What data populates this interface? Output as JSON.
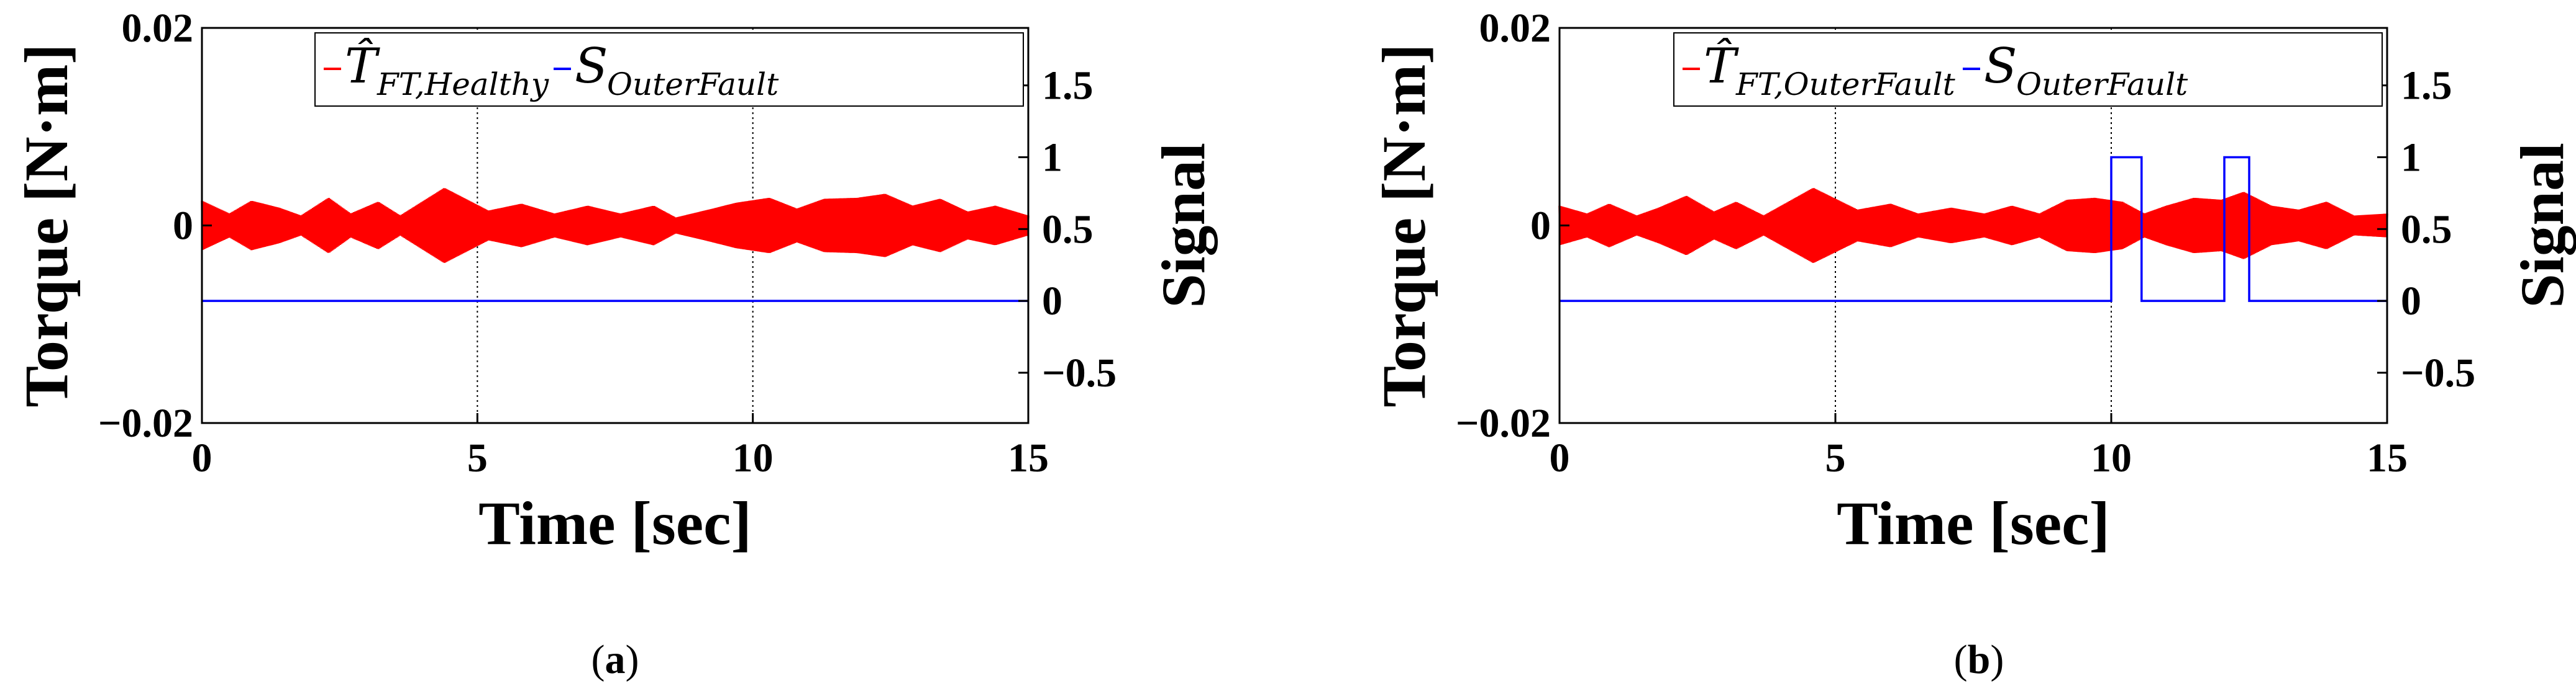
{
  "chart_data": [
    {
      "type": "line",
      "panel_label": "a",
      "xlabel": "Time [sec]",
      "ylabel_left": "Torque [N·m]",
      "ylabel_right": "Signal",
      "xlim": [
        0,
        15
      ],
      "ylim_left": [
        -0.02,
        0.02
      ],
      "ylim_right": [
        -0.85,
        1.9
      ],
      "x_ticks": [
        "0",
        "5",
        "10",
        "15"
      ],
      "y_ticks_left": [
        "−0.02",
        "0",
        "0.02"
      ],
      "y_ticks_right": [
        "−0.5",
        "0",
        "0.5",
        "1",
        "1.5"
      ],
      "vertical_gridlines_at": [
        5,
        10
      ],
      "legend_placement": "top-right",
      "series": [
        {
          "name": "T̂ FT,Healthy",
          "name_main": "T̂",
          "name_sub": "FT,Healthy",
          "axis": "left",
          "color": "#ff0000",
          "kind": "oscillation_envelope",
          "envelope_x": [
            0,
            0.5,
            0.9,
            1.4,
            1.8,
            2.3,
            2.7,
            3.2,
            3.6,
            4.4,
            5.2,
            5.8,
            6.4,
            7.0,
            7.6,
            8.2,
            8.6,
            9.2,
            9.7,
            10.3,
            10.8,
            11.3,
            11.9,
            12.4,
            12.9,
            13.4,
            13.9,
            14.4,
            15.0
          ],
          "envelope_amp": [
            0.0025,
            0.0012,
            0.0025,
            0.0018,
            0.001,
            0.0028,
            0.0012,
            0.0024,
            0.001,
            0.0038,
            0.0015,
            0.0022,
            0.0012,
            0.002,
            0.0012,
            0.002,
            0.0008,
            0.0016,
            0.0023,
            0.0028,
            0.0017,
            0.0027,
            0.0028,
            0.0032,
            0.002,
            0.0027,
            0.0014,
            0.002,
            0.001
          ]
        },
        {
          "name": "S OuterFault",
          "name_main": "S",
          "name_sub": "OuterFault",
          "axis": "right",
          "color": "#0000ff",
          "kind": "step",
          "x": [
            0,
            15
          ],
          "y": [
            0,
            0
          ]
        }
      ]
    },
    {
      "type": "line",
      "panel_label": "b",
      "xlabel": "Time [sec]",
      "ylabel_left": "Torque [N·m]",
      "ylabel_right": "Signal",
      "xlim": [
        0,
        15
      ],
      "ylim_left": [
        -0.02,
        0.02
      ],
      "ylim_right": [
        -0.85,
        1.9
      ],
      "x_ticks": [
        "0",
        "5",
        "10",
        "15"
      ],
      "y_ticks_left": [
        "−0.02",
        "0",
        "0.02"
      ],
      "y_ticks_right": [
        "−0.5",
        "0",
        "0.5",
        "1",
        "1.5"
      ],
      "vertical_gridlines_at": [
        5,
        10
      ],
      "legend_placement": "top-right",
      "series": [
        {
          "name": "T̂ FT,OuterFault",
          "name_main": "T̂",
          "name_sub": "FT,OuterFault",
          "axis": "left",
          "color": "#ff0000",
          "kind": "oscillation_envelope",
          "envelope_x": [
            0,
            0.5,
            0.9,
            1.4,
            1.8,
            2.3,
            2.8,
            3.2,
            3.7,
            4.6,
            5.4,
            6.0,
            6.5,
            7.1,
            7.7,
            8.2,
            8.7,
            9.2,
            9.7,
            10.2,
            10.6,
            11.0,
            11.5,
            12.0,
            12.4,
            12.9,
            13.4,
            13.9,
            14.4,
            15.0
          ],
          "envelope_amp": [
            0.002,
            0.0012,
            0.0022,
            0.001,
            0.0018,
            0.003,
            0.0014,
            0.0024,
            0.001,
            0.0038,
            0.0016,
            0.0022,
            0.0012,
            0.0018,
            0.0012,
            0.002,
            0.0012,
            0.0026,
            0.0028,
            0.0024,
            0.0012,
            0.002,
            0.0028,
            0.0026,
            0.0034,
            0.002,
            0.0016,
            0.0024,
            0.001,
            0.0012
          ]
        },
        {
          "name": "S OuterFault",
          "name_main": "S",
          "name_sub": "OuterFault",
          "axis": "right",
          "color": "#0000ff",
          "kind": "step",
          "x": [
            0,
            10,
            10,
            10.55,
            10.55,
            12.05,
            12.05,
            12.5,
            12.5,
            15
          ],
          "y": [
            0,
            0,
            1,
            1,
            0,
            0,
            1,
            1,
            0,
            0
          ]
        }
      ]
    }
  ]
}
